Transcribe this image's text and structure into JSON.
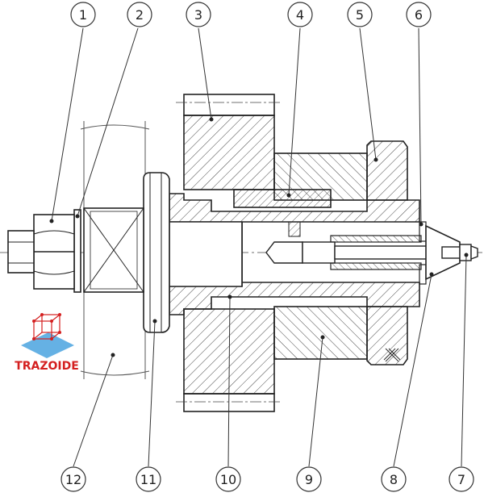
{
  "drawing": {
    "callouts": [
      {
        "id": "1",
        "label": "1"
      },
      {
        "id": "2",
        "label": "2"
      },
      {
        "id": "3",
        "label": "3"
      },
      {
        "id": "4",
        "label": "4"
      },
      {
        "id": "5",
        "label": "5"
      },
      {
        "id": "6",
        "label": "6"
      },
      {
        "id": "7",
        "label": "7"
      },
      {
        "id": "8",
        "label": "8"
      },
      {
        "id": "9",
        "label": "9"
      },
      {
        "id": "10",
        "label": "10"
      },
      {
        "id": "11",
        "label": "11"
      },
      {
        "id": "12",
        "label": "12"
      }
    ]
  },
  "logo": {
    "text": "TRAZOIDE",
    "color": "#d42020",
    "accent": "#4aa3df"
  }
}
